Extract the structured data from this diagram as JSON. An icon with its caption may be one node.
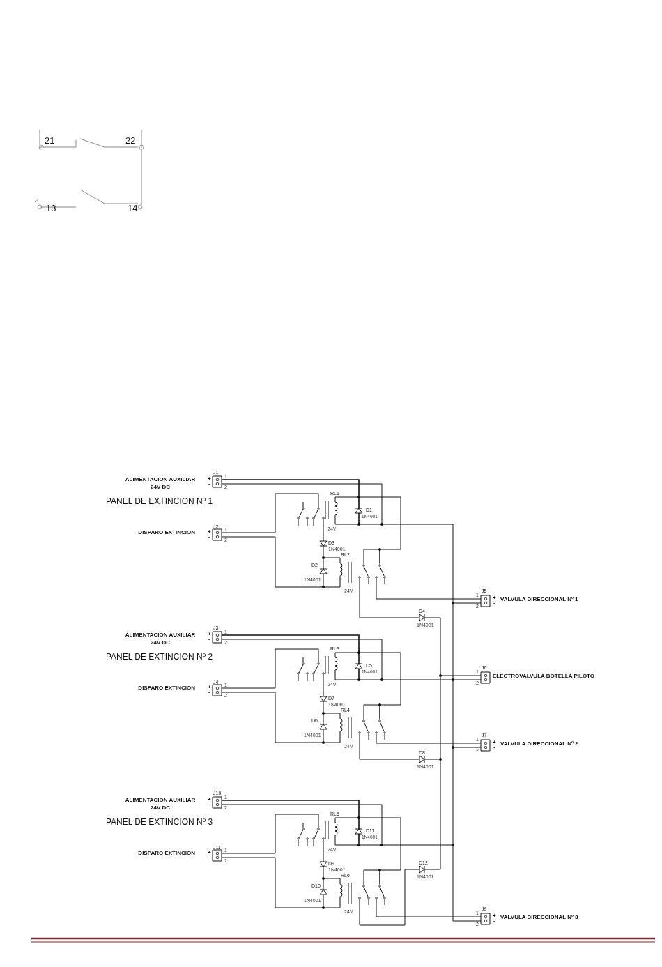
{
  "diagram": {
    "labels": [
      "21",
      "22",
      "13",
      "14",
      "J1",
      "ALIMENTACION AUXILIAR 24V DC",
      "+",
      "-",
      "1",
      "2",
      "PANEL DE EXTINCION Nº 1",
      "RL1",
      "D1",
      "1N4001",
      "24V",
      "J2",
      "DISPARO EXTINCION",
      "+",
      "-",
      "1",
      "2",
      "D3",
      "1N4001",
      "D2",
      "1N4001",
      "RL2",
      "24V",
      "J5",
      "1",
      "2",
      "+",
      "-",
      "VALVULA DIRECCIONAL Nº 1",
      "D4",
      "1N4001",
      "J3",
      "ALIMENTACION AUXILIAR 24V DC",
      "+",
      "-",
      "1",
      "2",
      "PANEL DE EXTINCION Nº 2",
      "RL3",
      "D5",
      "1N4001",
      "24V",
      "J4",
      "DISPARO EXTINCION",
      "+",
      "-",
      "1",
      "2",
      "D7",
      "1N4001",
      "D6",
      "1N4001",
      "RL4",
      "24V",
      "J6",
      "1",
      "2",
      "-",
      "ELECTROVALVULA BOTELLA PILOTO",
      "J7",
      "1",
      "2",
      "+",
      "-",
      "VALVULA DIRECCIONAL Nº 2",
      "D8",
      "1N4001",
      "J10",
      "ALIMENTACION AUXILIAR 24V DC",
      "+",
      "-",
      "1",
      "2",
      "PANEL DE EXTINCION Nº 3",
      "RL5",
      "D11",
      "1N4001",
      "24V",
      "J11",
      "DISPARO EXTINCION",
      "+",
      "-",
      "1",
      "2",
      "D9",
      "1N4001",
      "D10",
      "1N4001",
      "RL6",
      "24V",
      "D12",
      "1N4001",
      "J9",
      "1",
      "2",
      "+",
      "-",
      "VALVULA DIRECCIONAL Nº 3"
    ]
  }
}
